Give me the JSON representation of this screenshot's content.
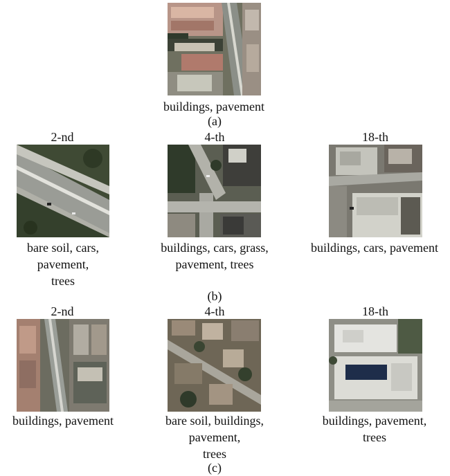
{
  "query": {
    "labels": "buildings, pavement",
    "caption": "(a)"
  },
  "row_b": {
    "caption": "(b)",
    "items": [
      {
        "rank": "2-nd",
        "labels": [
          "bare soil, cars,",
          "pavement,",
          "trees"
        ]
      },
      {
        "rank": "4-th",
        "labels": [
          "buildings, cars, grass,",
          "pavement, trees"
        ]
      },
      {
        "rank": "18-th",
        "labels": [
          "buildings, cars, pavement"
        ]
      }
    ]
  },
  "row_c": {
    "caption": "(c)",
    "items": [
      {
        "rank": "2-nd",
        "labels": [
          "buildings, pavement"
        ]
      },
      {
        "rank": "4-th",
        "labels": [
          "bare soil, buildings,",
          "pavement,",
          "trees"
        ]
      },
      {
        "rank": "18-th",
        "labels": [
          "buildings, pavement,",
          "trees"
        ]
      }
    ]
  }
}
